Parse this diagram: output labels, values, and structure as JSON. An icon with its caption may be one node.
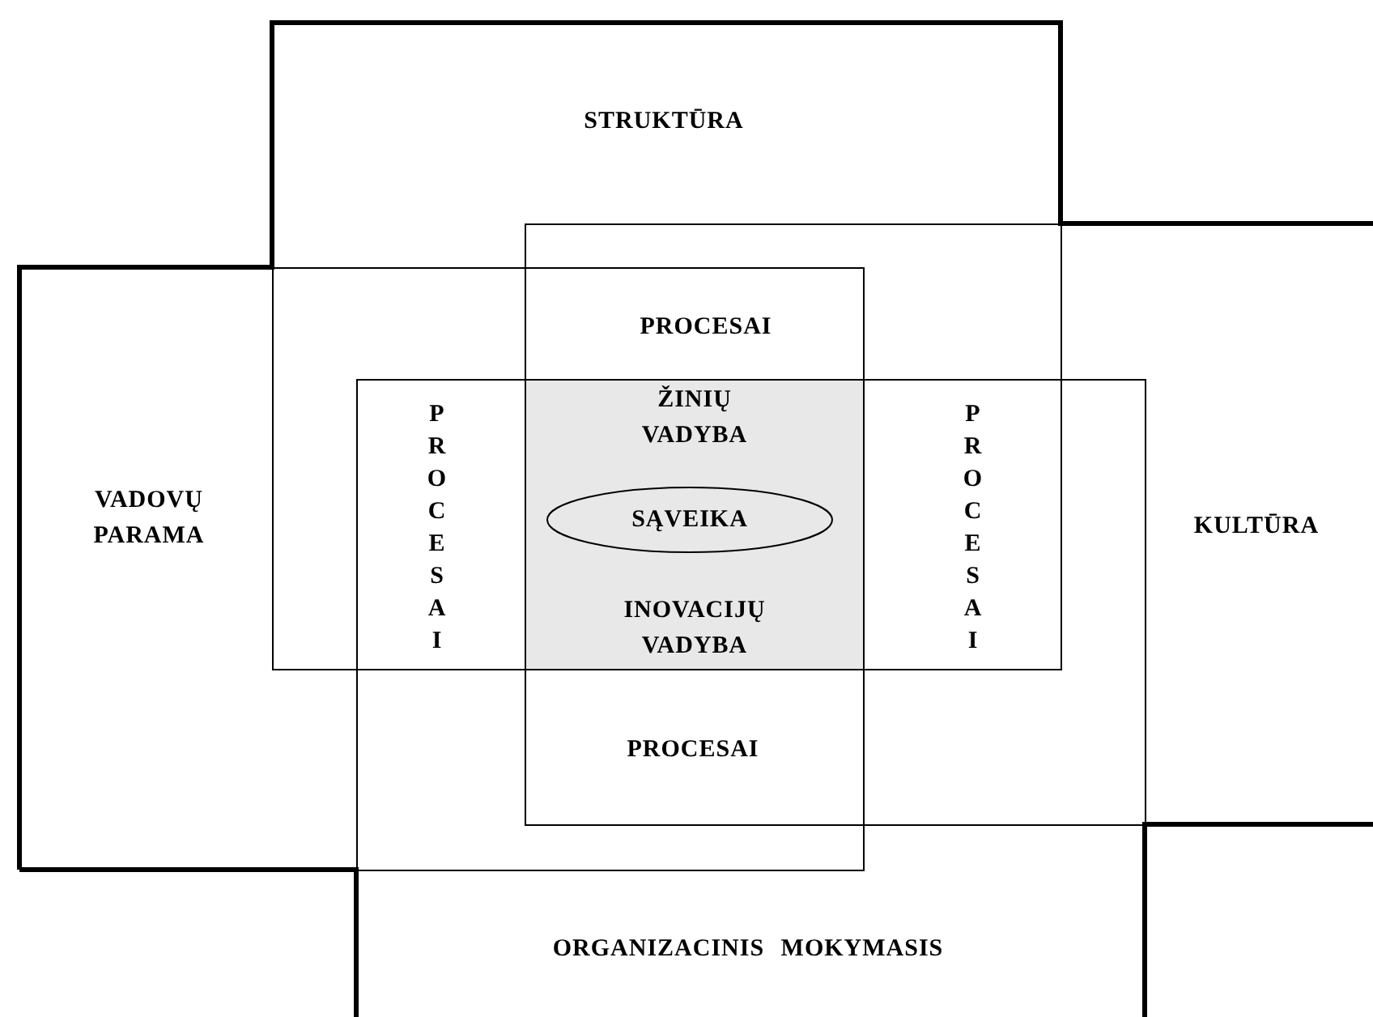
{
  "diagram": {
    "nodes": [
      {
        "text": [
          "STRUKTŪRA"
        ]
      },
      {
        "text": [
          "VADOVŲ PARAMA"
        ]
      },
      {
        "text": [
          "KULTŪRA"
        ]
      },
      {
        "text": [
          "ORGANIZACINIS MOKYMASIS"
        ]
      },
      {
        "text": [
          "PROCESAI"
        ]
      },
      {
        "text": [
          "PROCESAI"
        ]
      },
      {
        "text": [
          "PROCESAI"
        ]
      },
      {
        "text": [
          "PROCESAI"
        ]
      },
      {
        "text": [
          "ŽINIŲ VADYBA",
          "INOVACIJŲ VADYBA"
        ]
      },
      {
        "text": [
          "SĄVEIKA"
        ],
        "in": 8
      }
    ]
  }
}
